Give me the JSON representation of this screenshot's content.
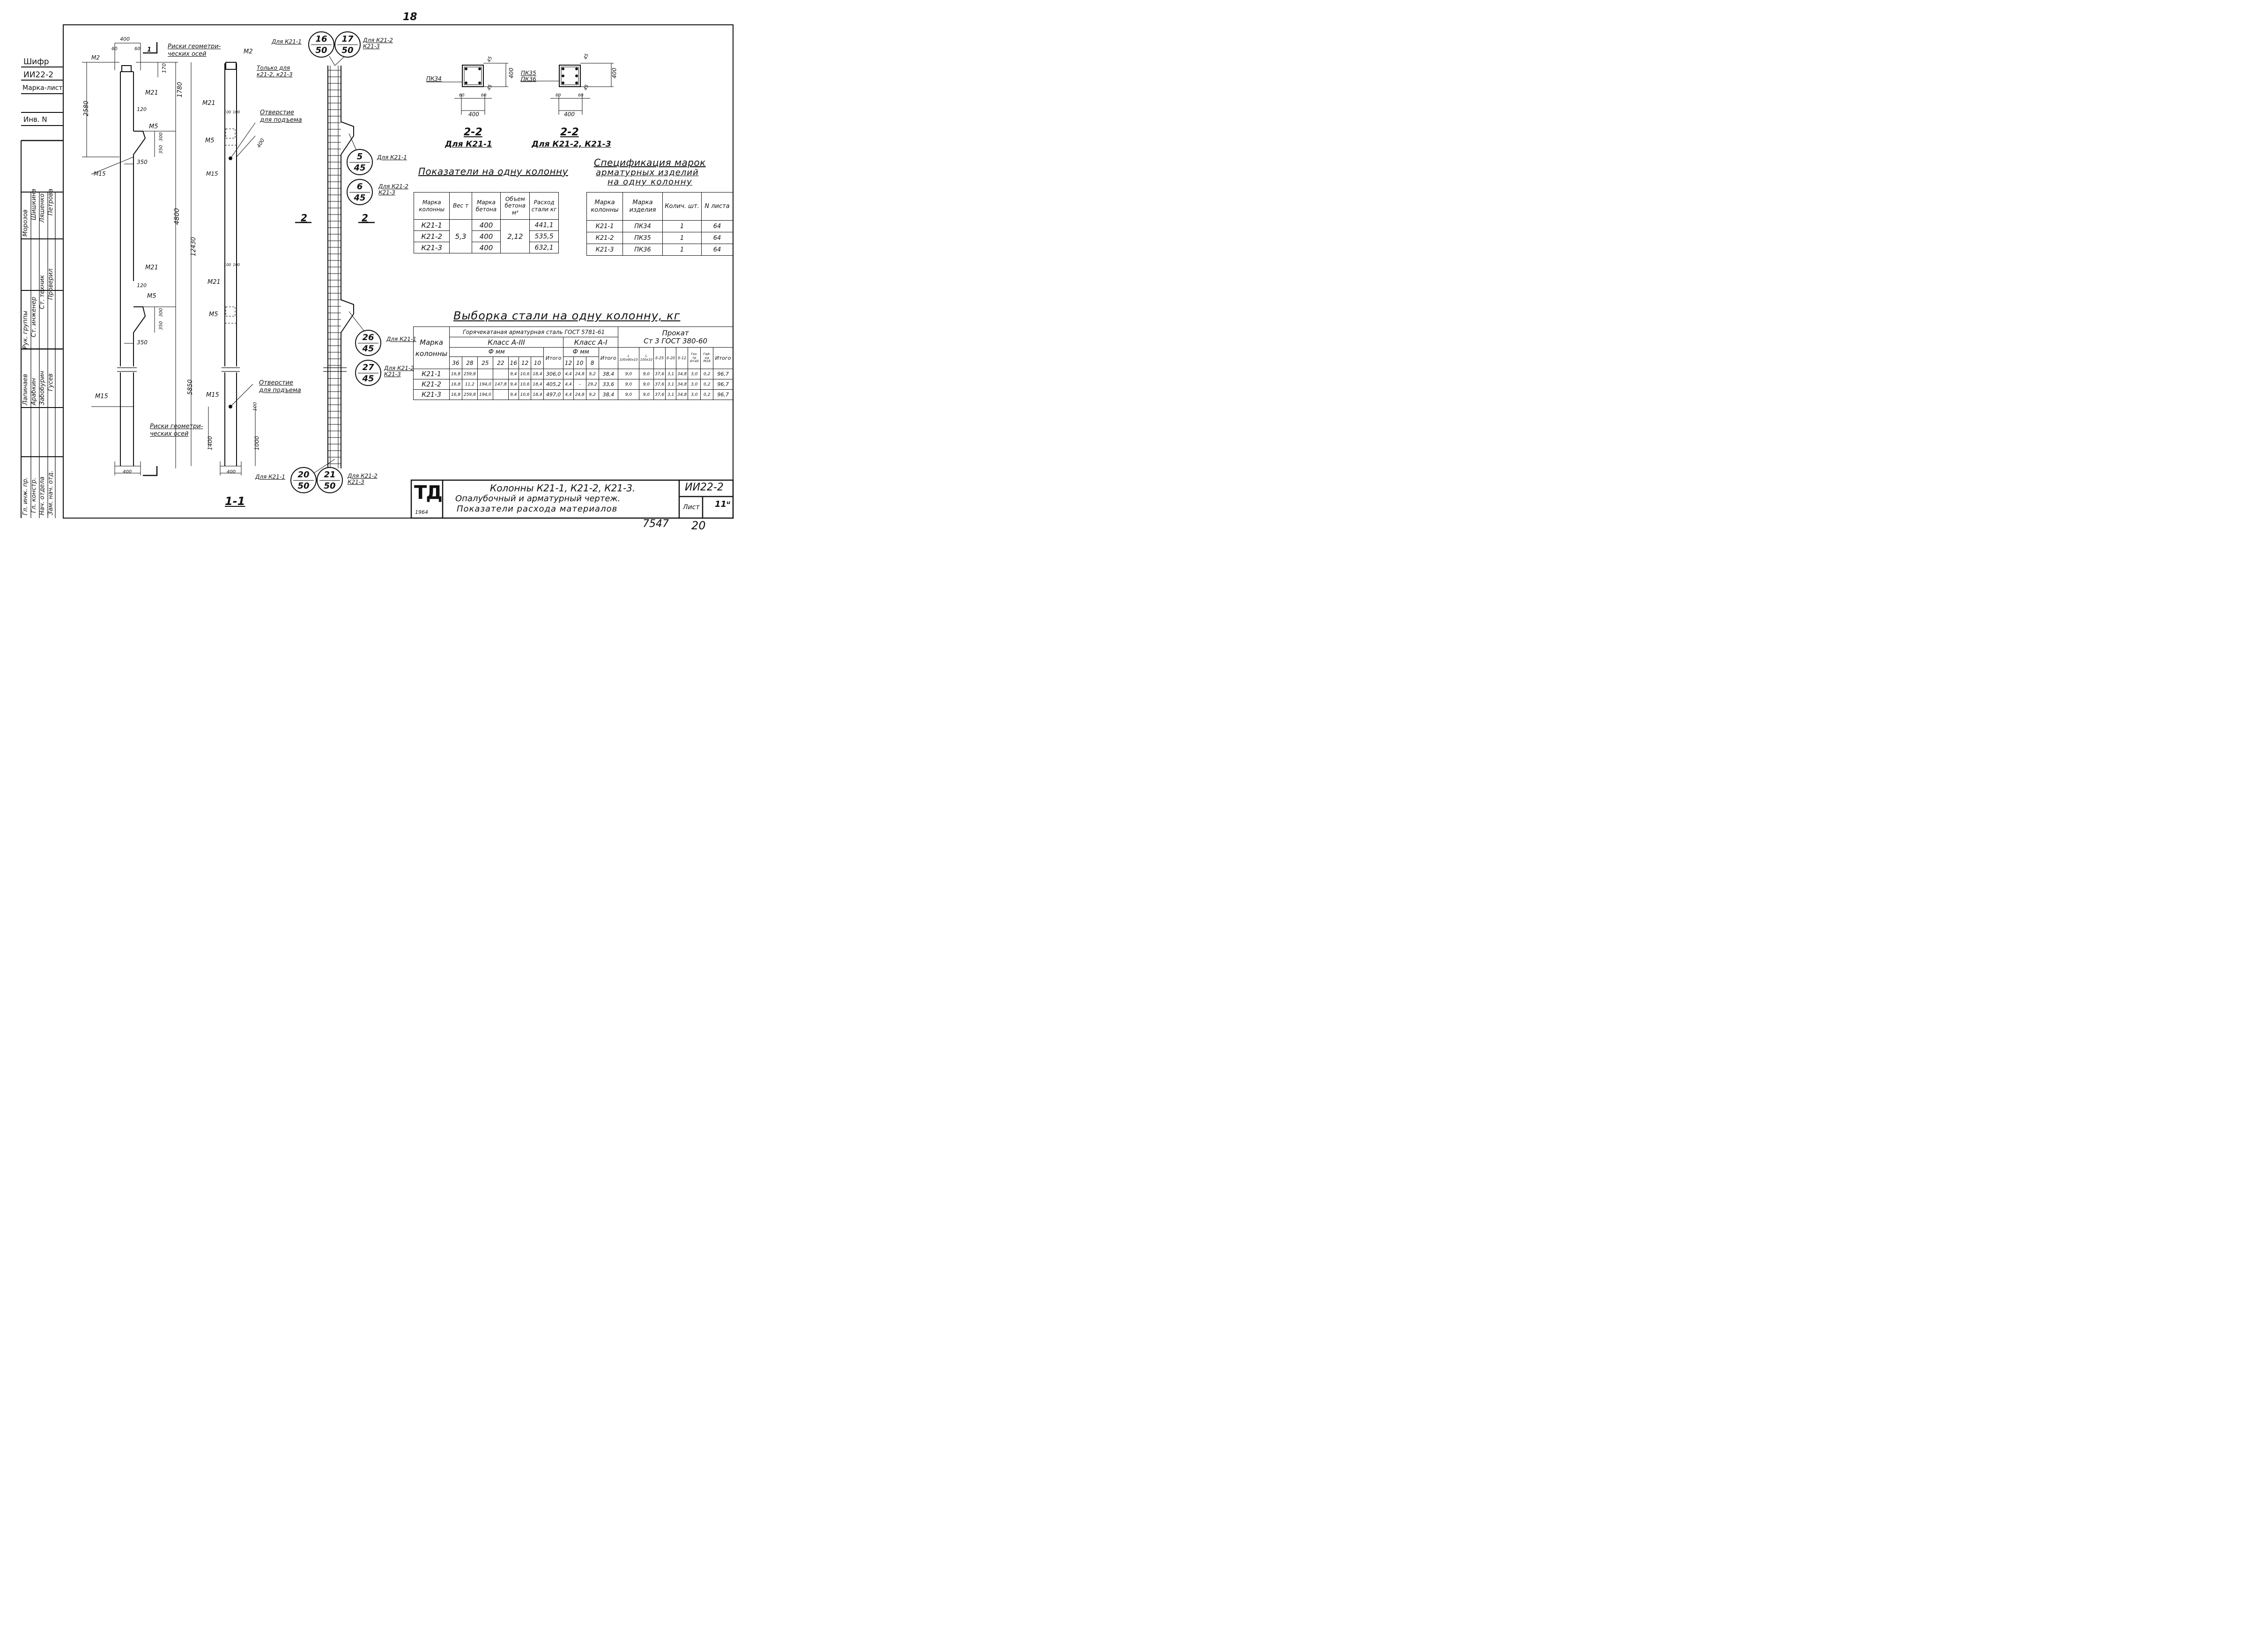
{
  "page_number": "18",
  "bottom_numbers": {
    "left": "7547",
    "right": "20"
  },
  "left_strip": {
    "shifr_label": "Шифр",
    "shifr_value": "ИИ22-2",
    "marka_list": "Марка-лист",
    "inv_no": "Инв. N",
    "roles": [
      "Рук. группы",
      "Ст. инженер",
      "Ст. техник",
      "Проверил",
      "Гл. инж. пр.",
      "Гл. констр.",
      "Нач. отдела",
      "Зам. нач. отд."
    ],
    "names_upper": [
      "Морозов",
      "Шишкина",
      "Ляшенко",
      "Петрова"
    ],
    "names_lower": [
      "Лапинаев",
      "Арабкин",
      "Забобурин",
      "Гусев"
    ]
  },
  "left_view": {
    "top_width": "400",
    "offsets": [
      "60",
      "60"
    ],
    "dim_170": "170",
    "dim_1780": "1780",
    "dim_2580": "2580",
    "dim_4800": "4800",
    "dim_12430": "12430",
    "dim_5850": "5850",
    "dim_1400": "1400",
    "dim_1000": "1000",
    "dim_120a": "120",
    "dim_120b": "120",
    "dim_300a": "300",
    "dim_350a": "350",
    "dim_300b": "300",
    "dim_350b": "350",
    "dim_350c": "350",
    "dim_350d": "350",
    "bottom_width": "400",
    "marks": [
      "М2",
      "М21",
      "М5",
      "М15",
      "М21",
      "М5",
      "М15"
    ],
    "risk_label": "Риски геометри-\nческих осей",
    "section_mark": "1"
  },
  "middle_view": {
    "marks": [
      "М2",
      "М21",
      "М5",
      "М15",
      "М21",
      "М5",
      "М15"
    ],
    "only_for": "Только для\nк21-2, к21-3",
    "hole_label": "Отверстие\nдля подъема",
    "hole_label2": "Отверстие\nдля подъема",
    "dim_100s": [
      "100",
      "100",
      "100",
      "100"
    ],
    "dim_400": "400",
    "dim_100": "100",
    "bottom_width": "400",
    "risk_label": "Риски геометри-\nческих осей",
    "title": "1-1"
  },
  "rebar_view": {
    "section_label_left": "2",
    "section_label_right": "2",
    "callouts": [
      {
        "prefix": "Для К21-1",
        "a": "16",
        "b": "50"
      },
      {
        "a": "17",
        "b": "50",
        "suffix": "Для К21-2\nК21-3"
      },
      {
        "a": "5",
        "b": "45",
        "suffix": "Для К21-1"
      },
      {
        "a": "6",
        "b": "45",
        "suffix": "Для К21-2\nК21-3"
      },
      {
        "a": "26",
        "b": "45",
        "suffix": "Для К21-1"
      },
      {
        "a": "27",
        "b": "45",
        "suffix": "Для К21-2\nК21-3"
      },
      {
        "prefix": "Для К21-1",
        "a": "20",
        "b": "50"
      },
      {
        "a": "21",
        "b": "50",
        "suffix": "Для К21-2\nК21-3"
      }
    ]
  },
  "sections": [
    {
      "mark": "ПК34",
      "d45": "45",
      "d400": "400",
      "d45b": "45",
      "d60a": "60",
      "d60b": "60",
      "width": "400",
      "title": "2-2",
      "subtitle": "Для К21-1"
    },
    {
      "mark": "ПК35\nПК36",
      "d45": "45",
      "d400": "400",
      "d45b": "45",
      "d60a": "60",
      "d60b": "60",
      "width": "400",
      "title": "2-2",
      "subtitle": "Для К21-2, К21-3"
    }
  ],
  "indicators": {
    "title": "Показатели на одну колонну",
    "headers": [
      "Марка колонны",
      "Вес т",
      "Марка бетона",
      "Объем бетона м³",
      "Расход стали кг"
    ],
    "rows": [
      {
        "mark": "К21-1",
        "concrete": "400",
        "steel": "441,1"
      },
      {
        "mark": "К21-2",
        "concrete": "400",
        "steel": "535,5"
      },
      {
        "mark": "К21-3",
        "concrete": "400",
        "steel": "632,1"
      }
    ],
    "weight": "5,3",
    "volume": "2,12"
  },
  "spec": {
    "title_lines": [
      "Спецификация марок",
      "арматурных изделий",
      "на одну колонну"
    ],
    "headers": [
      "Марка колонны",
      "Марка изделия",
      "Колич. шт.",
      "N листа"
    ],
    "rows": [
      [
        "К21-1",
        "ПК34",
        "1",
        "64"
      ],
      [
        "К21-2",
        "ПК35",
        "1",
        "64"
      ],
      [
        "К21-3",
        "ПК36",
        "1",
        "64"
      ]
    ]
  },
  "steel": {
    "title": "Выборка стали на одну колонну, кг",
    "mark_header": "Марка колонны",
    "hot_rolled": "Горячекатаная арматурная сталь ГОСТ 5781-61",
    "rolled": "Прокат",
    "rolled_std": "Ст 3 ГОСТ 380-60",
    "class3": "Класс А-III",
    "class1": "Класс А-I",
    "phi_mm": "Ф мм",
    "diam3": [
      "36",
      "28",
      "25",
      "22",
      "16",
      "12",
      "10"
    ],
    "total": "Итого",
    "diam1": [
      "12",
      "10",
      "8"
    ],
    "rolled_cols": [
      "L 100x90x10",
      "L 100x10",
      "δ-25",
      "δ-20",
      "δ-12",
      "Газ. тр d=40",
      "Гай-ка М18"
    ],
    "rows": [
      [
        "К21-1",
        "16,8",
        "259,8",
        "",
        "",
        "9,4",
        "10,6",
        "18,4",
        "306,0",
        "4,4",
        "24,8",
        "9,2",
        "38,4",
        "9,0",
        "9,0",
        "37,6",
        "3,1",
        "34,8",
        "3,0",
        "0,2",
        "96,7"
      ],
      [
        "К21-2",
        "16,8",
        "11,2",
        "194,0",
        "147,8",
        "9,4",
        "10,6",
        "18,4",
        "405,2",
        "4,4",
        "–",
        "29,2",
        "33,6",
        "9,0",
        "9,0",
        "37,6",
        "3,1",
        "34,8",
        "3,0",
        "0,2",
        "96,7"
      ],
      [
        "К21-3",
        "16,8",
        "259,8",
        "194,0",
        "",
        "9,4",
        "10,6",
        "18,4",
        "497,0",
        "4,4",
        "24,8",
        "9,2",
        "38,4",
        "9,0",
        "9,0",
        "37,6",
        "3,1",
        "34,8",
        "3,0",
        "0,2",
        "96,7"
      ]
    ]
  },
  "title_block": {
    "logo": "ТД",
    "year": "1964",
    "line1": "Колонны К21-1, К21-2, К21-3.",
    "line2": "Опалубочный и арматурный чертеж.",
    "line3": "Показатели расхода материалов",
    "code": "ИИ22-2",
    "sheet_label": "Лист",
    "sheet_no": "11ᵘ"
  }
}
